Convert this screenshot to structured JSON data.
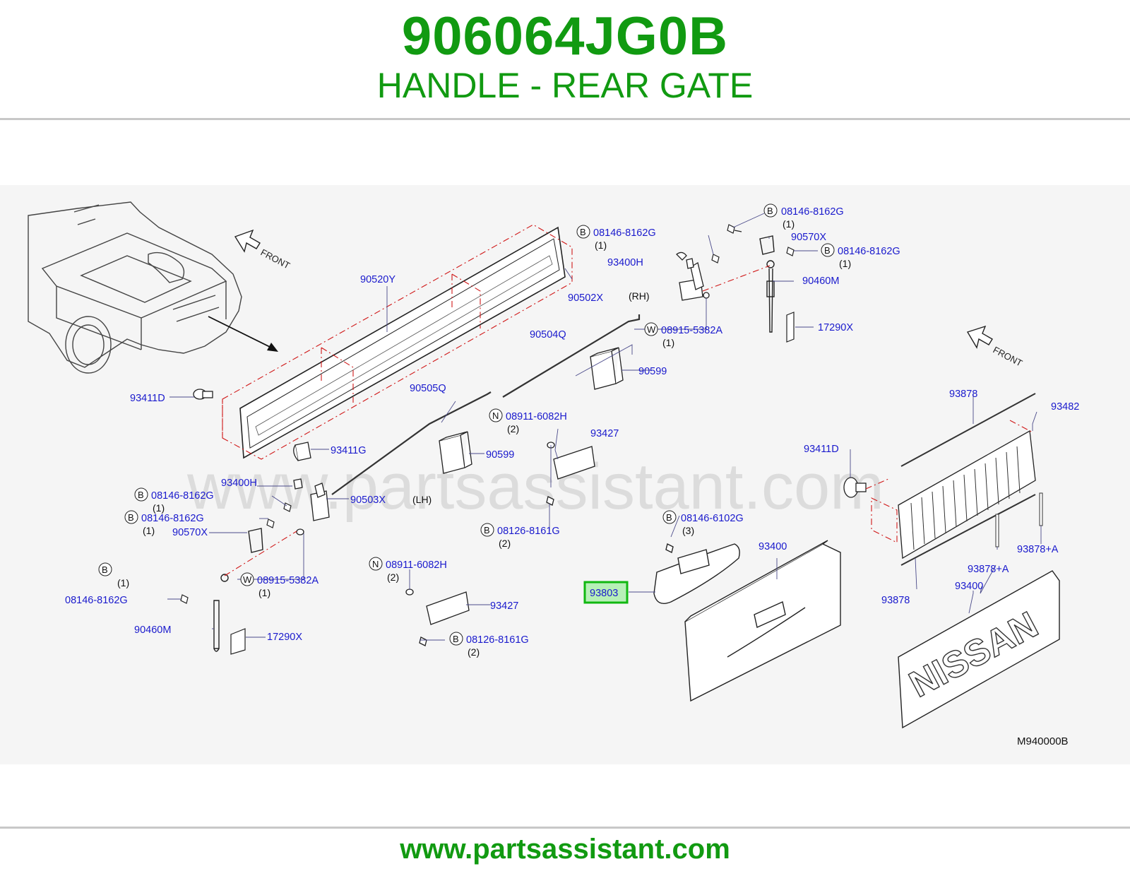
{
  "header": {
    "part_number": "906064JG0B",
    "part_title": "HANDLE - REAR GATE"
  },
  "diagram": {
    "watermark": "www.partsassistant.com",
    "front_label": "FRONT",
    "drawing_code": "M940000B",
    "highlighted_part": "93803",
    "side_labels": {
      "rh": "(RH)",
      "lh": "(LH)"
    },
    "callout_letters": {
      "b": "B",
      "w": "W",
      "n": "N"
    },
    "callouts": {
      "p90520Y": "90520Y",
      "p90502X": "90502X",
      "p93411D_left": "93411D",
      "p93411G": "93411G",
      "p93400H_top": "93400H",
      "p93400H_left": "93400H",
      "p90504Q": "90504Q",
      "p90505Q": "90505Q",
      "p90599_top": "90599",
      "p90599_mid": "90599",
      "p08146_8162G_a": "08146-8162G",
      "p08146_8162G_b": "08146-8162G",
      "p08146_8162G_c": "08146-8162G",
      "p08146_8162G_d": "08146-8162G",
      "p08146_8162G_e": "08146-8162G",
      "p08146_8162G_f": "08146-8162G",
      "p90570X_top": "90570X",
      "p90570X_left": "90570X",
      "p90460M_top": "90460M",
      "p90460M_left": "90460M",
      "p17290X_top": "17290X",
      "p17290X_left": "17290X",
      "p08915_5382A_top": "08915-5382A",
      "p08915_5382A_left": "08915-5382A",
      "p08911_6082H_a": "08911-6082H",
      "p08911_6082H_b": "08911-6082H",
      "p93427_a": "93427",
      "p93427_b": "93427",
      "p08126_8161G_a": "08126-8161G",
      "p08126_8161G_b": "08126-8161G",
      "p90503X": "90503X",
      "p08146_6102G": "08146-6102G",
      "p93400_mid": "93400",
      "p93400_right": "93400",
      "p93878_top": "93878",
      "p93878_bottom": "93878",
      "p93482": "93482",
      "p93411D_right": "93411D",
      "p93878A_a": "93878+A",
      "p93878A_b": "93878+A"
    },
    "quantities": {
      "q1": "(1)",
      "q2": "(2)",
      "q3": "(3)"
    },
    "tailgate_emblem": "NISSAN"
  },
  "footer": {
    "url": "www.partsassistant.com"
  },
  "colors": {
    "brand_green": "#119a11",
    "label_blue": "#1a1acd",
    "highlight_fill": "#b7f0b7"
  }
}
